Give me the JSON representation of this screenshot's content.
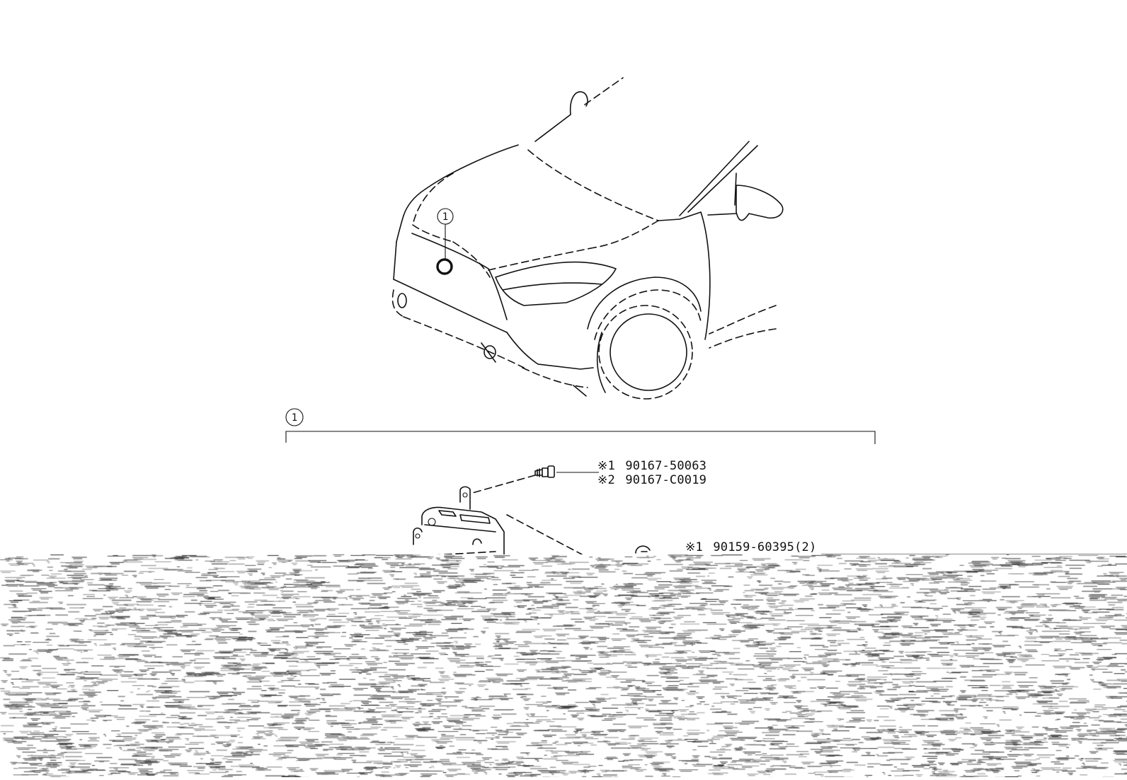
{
  "callouts": [
    {
      "id": "vehicle-callout",
      "number": "1"
    },
    {
      "id": "assembly-callout",
      "number": "1"
    }
  ],
  "parts": [
    {
      "id": "bolt-line-1",
      "marker": "※1",
      "part_number": "90167-50063"
    },
    {
      "id": "bolt-line-2",
      "marker": "※2",
      "part_number": "90167-C0019"
    },
    {
      "id": "nut-line-1",
      "marker": "※1",
      "part_number": "90159-60395(2)"
    }
  ]
}
